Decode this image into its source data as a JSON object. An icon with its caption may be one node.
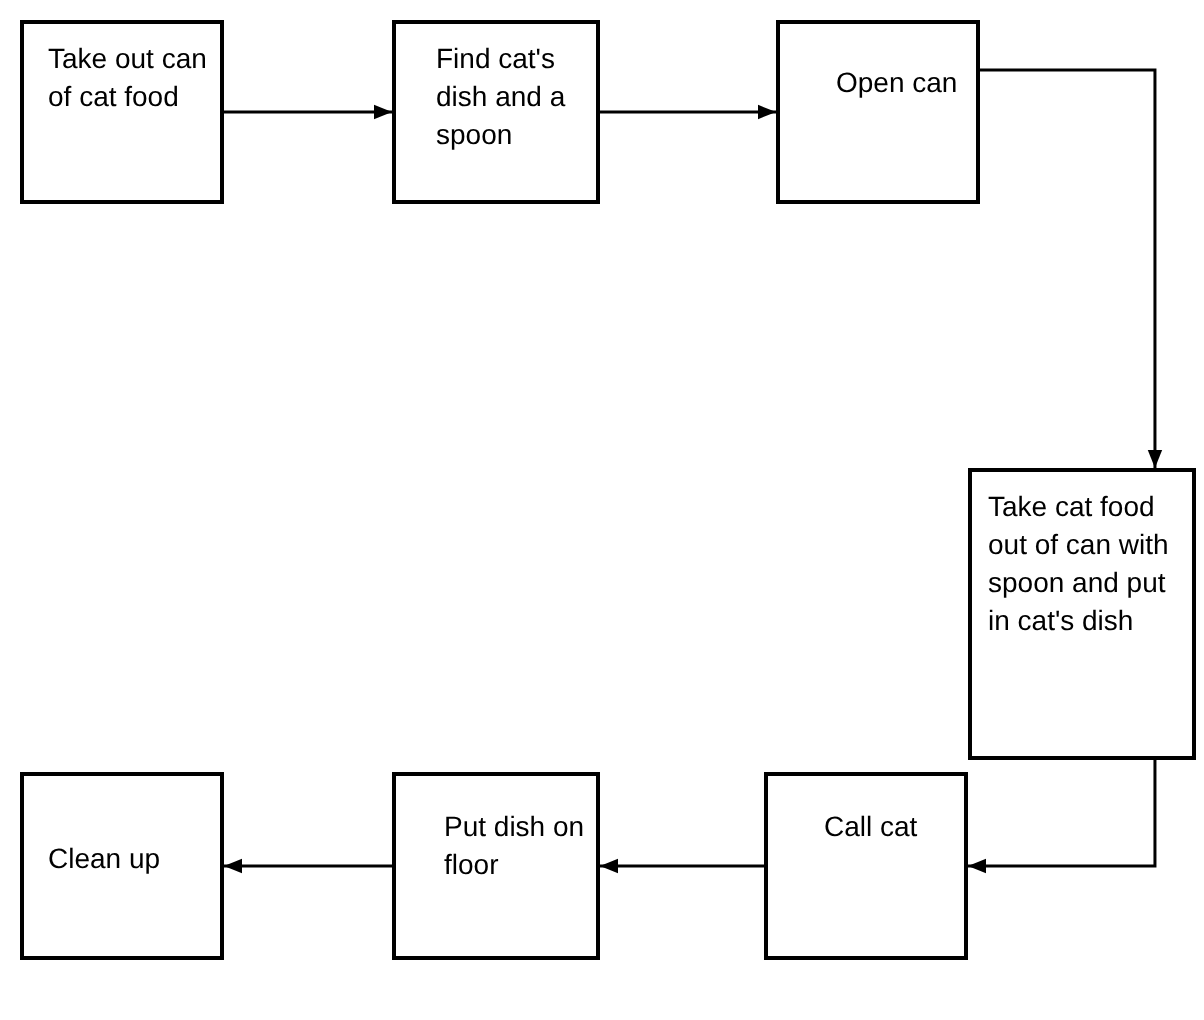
{
  "diagram": {
    "nodes": [
      {
        "text": [
          "Take out can of cat food"
        ]
      },
      {
        "text": [
          "Find cat's dish and a spoon"
        ]
      },
      {
        "text": [
          "Open can"
        ]
      },
      {
        "text": [
          "Take cat food out of can with spoon and put in cat's dish"
        ]
      },
      {
        "text": [
          "Call cat"
        ]
      },
      {
        "text": [
          "Put dish on floor"
        ]
      },
      {
        "text": [
          "Clean up"
        ]
      }
    ],
    "edges": [
      {
        "from": 0,
        "to": 1,
        "arrow": "to"
      },
      {
        "from": 1,
        "to": 2,
        "arrow": "to"
      },
      {
        "from": 2,
        "to": 3,
        "arrow": "to"
      },
      {
        "from": 3,
        "to": 4,
        "arrow": "to"
      },
      {
        "from": 4,
        "to": 5,
        "arrow": "to"
      },
      {
        "from": 5,
        "to": 6,
        "arrow": "to"
      }
    ]
  }
}
